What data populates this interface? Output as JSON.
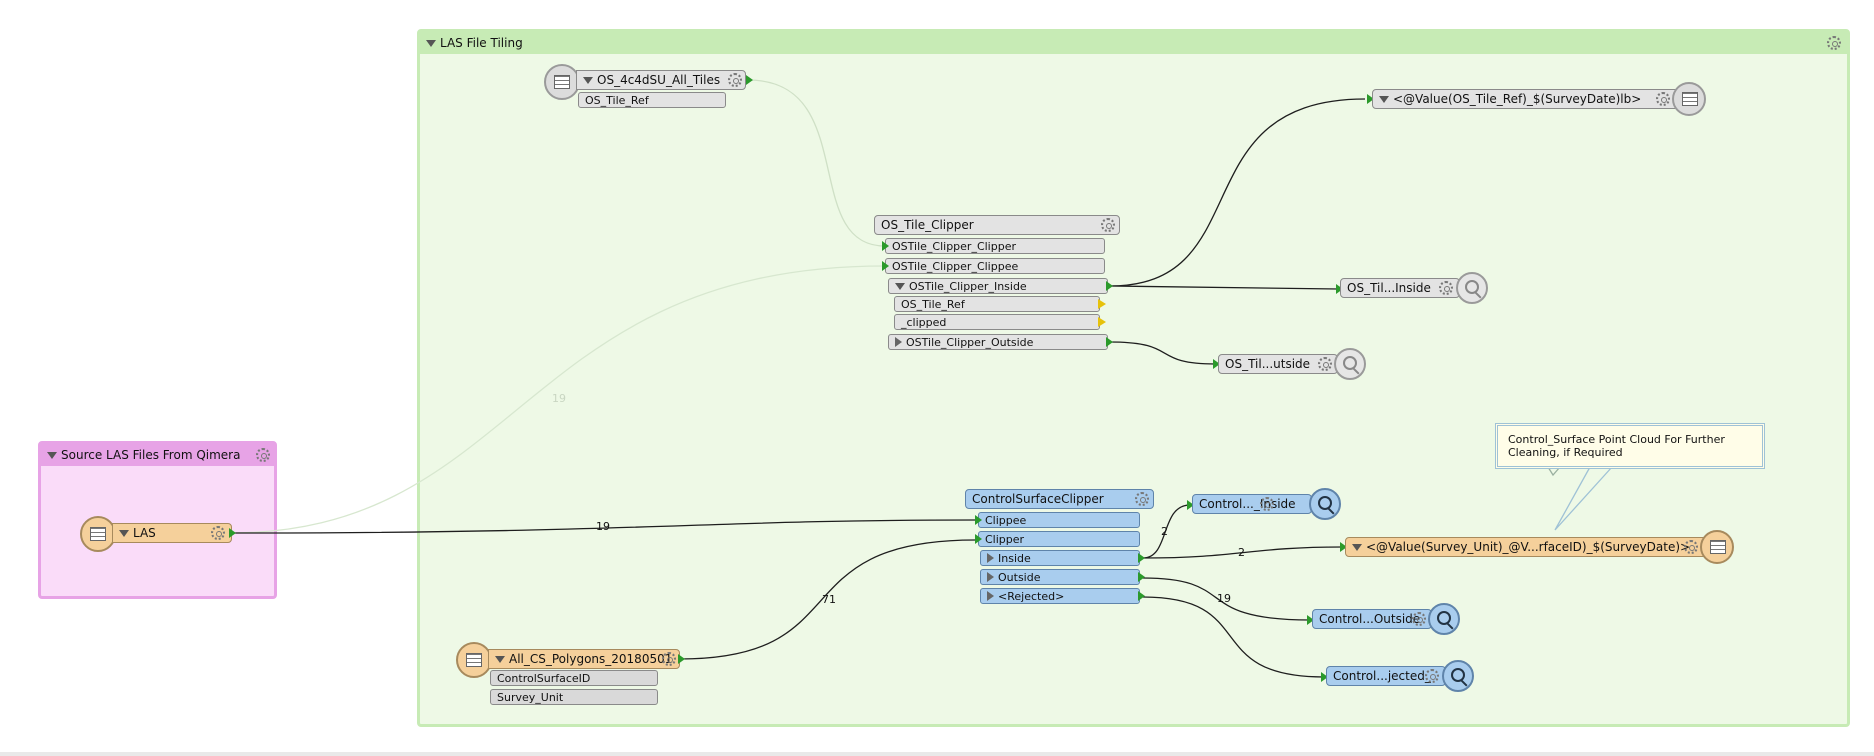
{
  "bookmarks": {
    "tiling": {
      "title": "LAS File Tiling",
      "color": "#c7ebb5",
      "body_color": "#eef9e6"
    },
    "source": {
      "title": "Source LAS Files From Qimera",
      "color": "#e7a3e6",
      "body_color": "#fadcf9"
    }
  },
  "nodes": {
    "os_tiles_reader": {
      "title": "OS_4c4dSU_All_Tiles",
      "attributes": [
        "OS_Tile_Ref"
      ]
    },
    "os_tile_clipper": {
      "title": "OS_Tile_Clipper",
      "inputs": [
        "OSTile_Clipper_Clipper",
        "OSTile_Clipper_Clippee"
      ],
      "outputs": {
        "inside": "OSTile_Clipper_Inside",
        "inside_attrs": [
          "OS_Tile_Ref",
          "_clipped"
        ],
        "outside": "OSTile_Clipper_Outside"
      }
    },
    "tile_writer": {
      "title": "<@Value(OS_Tile_Ref)_$(SurveyDate)lb>"
    },
    "inspector_inside": {
      "title": "OS_Til...Inside"
    },
    "inspector_outside": {
      "title": "OS_Til...utside"
    },
    "las_reader": {
      "title": "LAS"
    },
    "cs_clipper": {
      "title": "ControlSurfaceClipper",
      "inputs": [
        "Clippee",
        "Clipper"
      ],
      "outputs": [
        "Inside",
        "Outside",
        "<Rejected>"
      ]
    },
    "cs_polygons_reader": {
      "title": "All_CS_Polygons_20180501",
      "attributes": [
        "ControlSurfaceID",
        "Survey_Unit"
      ]
    },
    "control_inside": {
      "title": "Control..._Inside"
    },
    "control_outside": {
      "title": "Control...Outside"
    },
    "control_rejected": {
      "title": "Control...jected_"
    },
    "cs_writer": {
      "title": "<@Value(Survey_Unit)_@V...rfaceID)_$(SurveyDate)>"
    }
  },
  "annotation": {
    "text": "Control_Surface Point Cloud For Further Cleaning, if Required"
  },
  "counts": {
    "las_to_clippee": "19",
    "las_faded": "19",
    "polygons_to_clipper": "71",
    "inside_to_inspector": "2",
    "inside_to_writer": "2",
    "outside_count": "19"
  },
  "colors": {
    "feature_link": "#1e1e1e",
    "port_arrow": "#2b9a2b",
    "transformer_gray": "#e3e3e3",
    "transformer_blue": "#a9cdee",
    "reader_orange": "#f5d09b"
  }
}
